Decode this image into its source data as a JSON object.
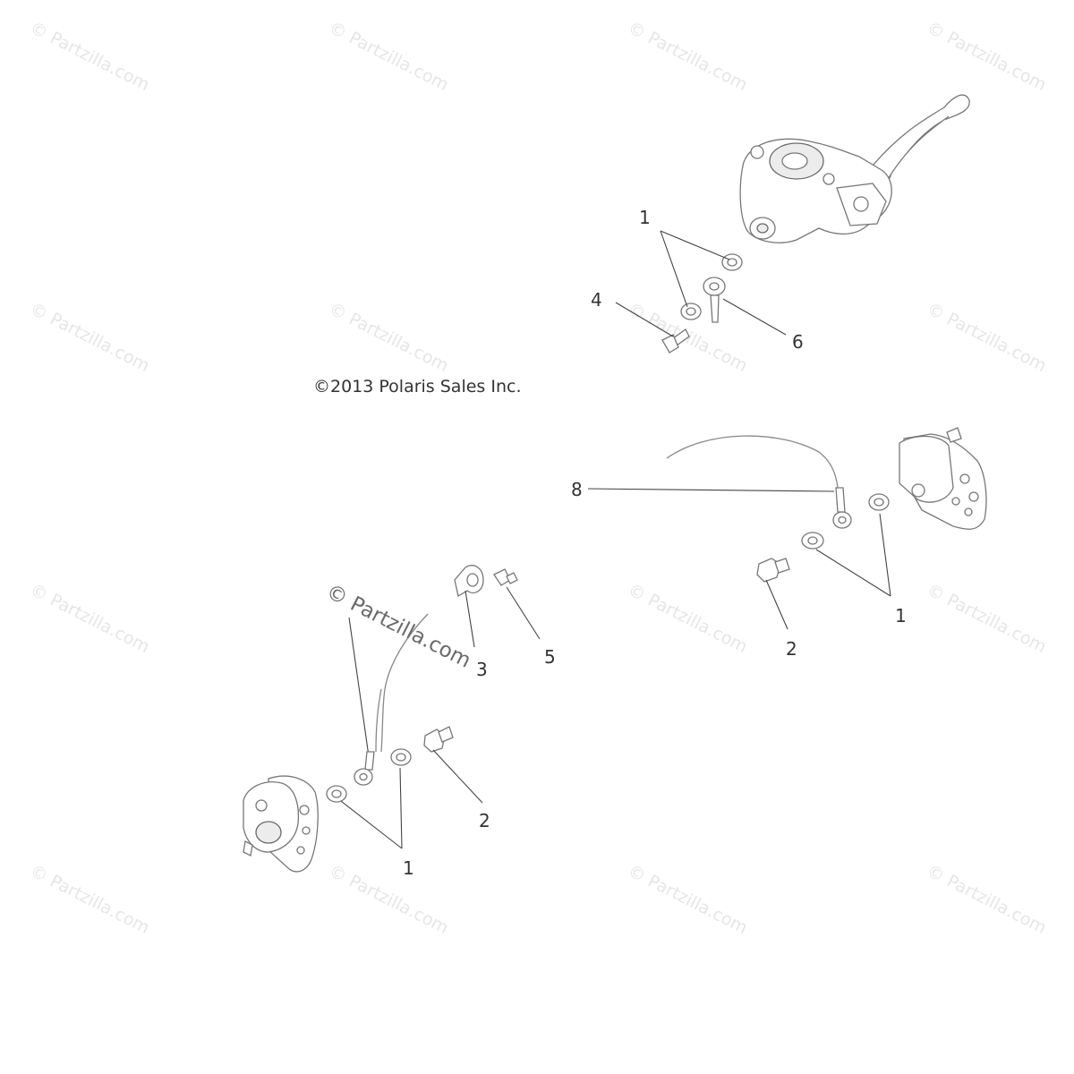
{
  "watermark_text": "© Partzilla.com",
  "watermark_center": "© Partzilla.com",
  "copyright": "©2013 Polaris Sales Inc.",
  "callouts": {
    "top_washer": "1",
    "banjo_bolt_top": "4",
    "banjo_fitting_top": "6",
    "brake_line": "8",
    "right_washers": "1",
    "right_bolt": "2",
    "clip": "3",
    "clip_screw": "5",
    "left_bolt": "2",
    "left_washers": "1"
  }
}
